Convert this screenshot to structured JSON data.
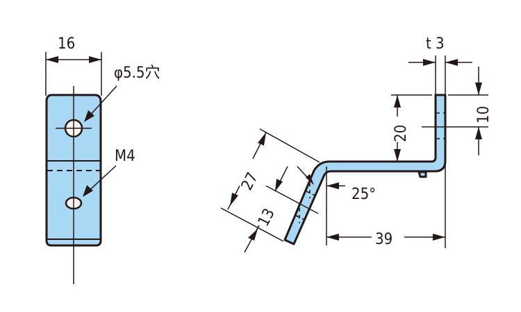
{
  "title": "Bracket technical drawing",
  "colors": {
    "part_fill": "#a8d8f4",
    "outline": "#231815",
    "hole_fill": "#fbf5f2",
    "background": "#ffffff"
  },
  "front_view": {
    "width_dim": "16",
    "upper_hole_label": "φ5.5穴",
    "lower_hole_label": "M4"
  },
  "side_view": {
    "thickness_label": "t 3",
    "top_dim": "10",
    "height_dim": "20",
    "angle_label": "25°",
    "length_dim": "39",
    "slant_length_dim": "27",
    "slant_hole_dim": "13"
  }
}
